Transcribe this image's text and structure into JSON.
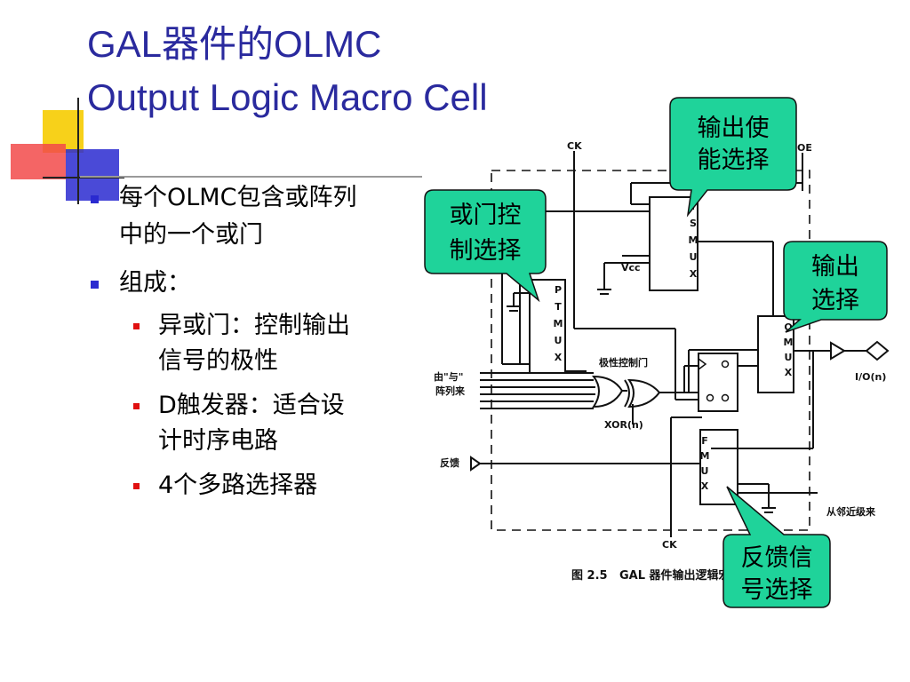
{
  "slide": {
    "title_line1": "GAL器件的OLMC",
    "title_line2": "Output Logic Macro Cell"
  },
  "bullets": [
    {
      "level": 1,
      "lines": [
        "每个OLMC包含或阵列",
        "中的一个或门"
      ]
    },
    {
      "level": 1,
      "lines": [
        "组成："
      ]
    },
    {
      "level": 2,
      "lines": [
        "异或门：控制输出",
        "信号的极性"
      ]
    },
    {
      "level": 2,
      "lines": [
        "D触发器：适合设",
        "计时序电路"
      ]
    },
    {
      "level": 2,
      "lines": [
        "4个多路选择器"
      ]
    }
  ],
  "callouts": {
    "output_enable": [
      "输出使",
      "能选择"
    ],
    "or_gate_control": [
      "或门控",
      "制选择"
    ],
    "output_select": [
      "输出",
      "选择"
    ],
    "feedback_select": [
      "反馈信",
      "号选择"
    ]
  },
  "diagram": {
    "ck_top": "CK",
    "oe": "OE",
    "vcc": "Vcc",
    "ptmux": "PTMUX",
    "tsmux": "TSMUX",
    "omux": "OMUX",
    "fmux": "FMUX",
    "polarity_gate": "极性控制门",
    "xor": "XOR(n)",
    "from_and_array_1": "由\"与\"",
    "from_and_array_2": "阵列来",
    "feedback": "反馈",
    "io": "I/O(n)",
    "from_adjacent": "从邻近级来",
    "ck_bottom": "CK",
    "caption_num": "图 2.5",
    "caption_text": "GAL 器件输出逻辑宏"
  },
  "colors": {
    "title": "#2a2a9e",
    "callout_fill": "#1fd39a",
    "bullet_l1": "#2a2ad0",
    "bullet_l2": "#e01010"
  }
}
